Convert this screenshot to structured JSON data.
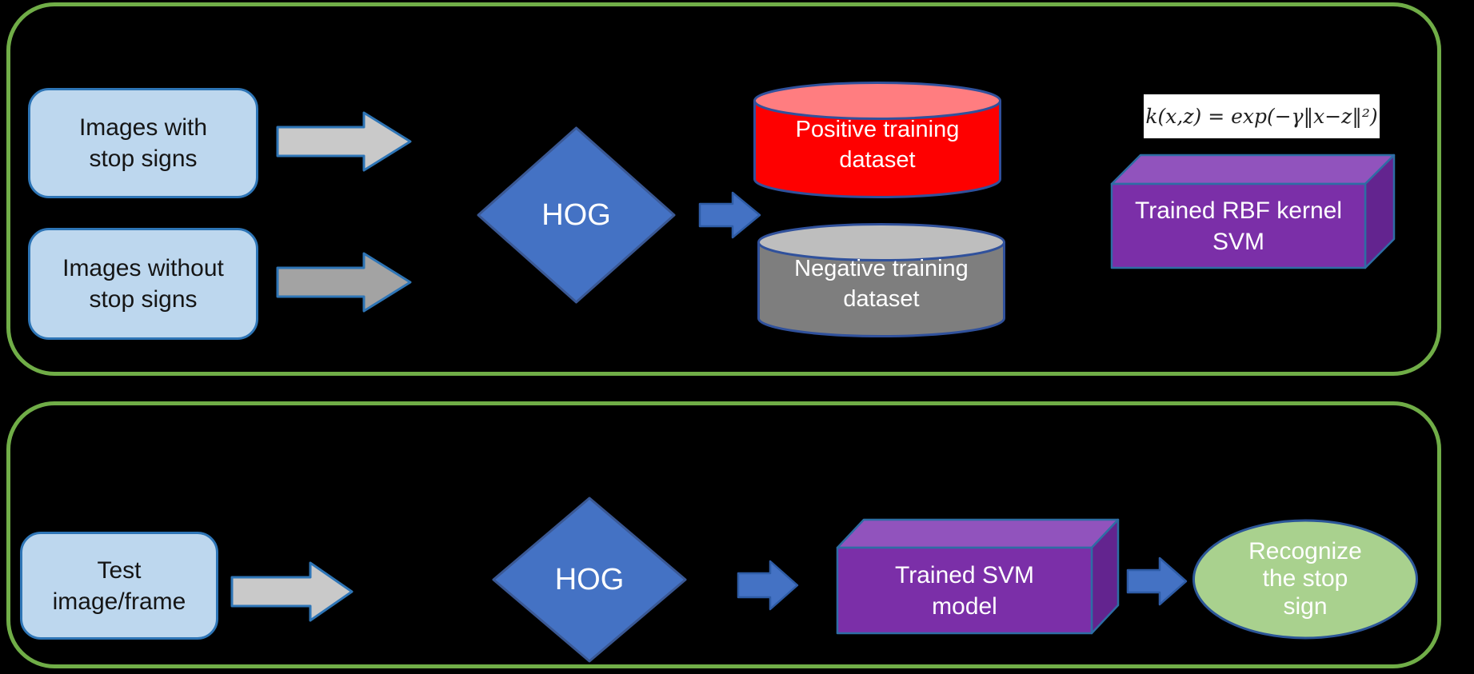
{
  "colors": {
    "background": "#000000",
    "section_border": "#70AD47",
    "light_blue_fill": "#BDD7EE",
    "light_blue_border": "#2E75B6",
    "gray_arrow_light": "#C9C9C9",
    "gray_arrow_dark": "#A3A3A3",
    "arrow_border": "#2E75B6",
    "diamond_fill": "#4472C4",
    "diamond_border": "#3A5894",
    "blue_arrow_fill": "#4472C4",
    "blue_arrow_border": "#2E5CA6",
    "cylinder_red_body": "#FE0000",
    "cylinder_red_top": "#FF7D80",
    "cylinder_gray_body": "#7E7E7E",
    "cylinder_gray_top": "#BEBEBE",
    "cylinder_border": "#30519C",
    "purple_front": "#7B2FA8",
    "purple_top": "#9153BD",
    "purple_side": "#63248F",
    "purple_border": "#2E6DA4",
    "ellipse_fill": "#A9D18E",
    "ellipse_border": "#2C5698",
    "formula_bg": "#FFFFFF",
    "formula_text": "#1F1F1F"
  },
  "training": {
    "input_with": [
      "Images with",
      "stop signs"
    ],
    "input_without": [
      "Images without",
      "stop signs"
    ],
    "hog": "HOG",
    "positive_db": [
      "Positive training",
      "dataset"
    ],
    "negative_db": [
      "Negative training",
      "dataset"
    ],
    "kernel_formula": "k(x,z) = exp(−γ‖x−z‖²)",
    "rbf_model": [
      "Trained RBF kernel",
      "SVM"
    ]
  },
  "testing": {
    "input": [
      "Test",
      "image/frame"
    ],
    "hog": "HOG",
    "svm_model": [
      "Trained SVM",
      "model"
    ],
    "output": [
      "Recognize",
      "the stop",
      "sign"
    ]
  }
}
